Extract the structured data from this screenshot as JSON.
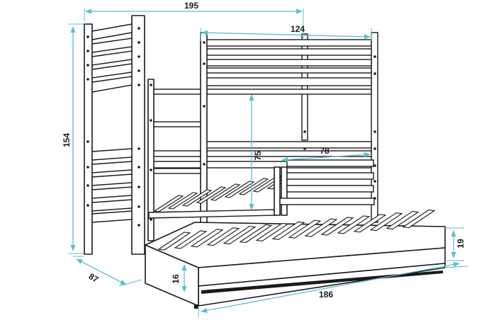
{
  "dimensions": {
    "overall_length": "195",
    "upper_bed_width": "124",
    "overall_height": "154",
    "bed_depth": "87",
    "rail_height_lower": "75",
    "guard_length": "78",
    "drawer_height": "19",
    "drawer_inner_height": "16",
    "drawer_length": "186"
  },
  "colors": {
    "dimension_line": "#5bbfcf",
    "outline": "#1a1a1a"
  }
}
